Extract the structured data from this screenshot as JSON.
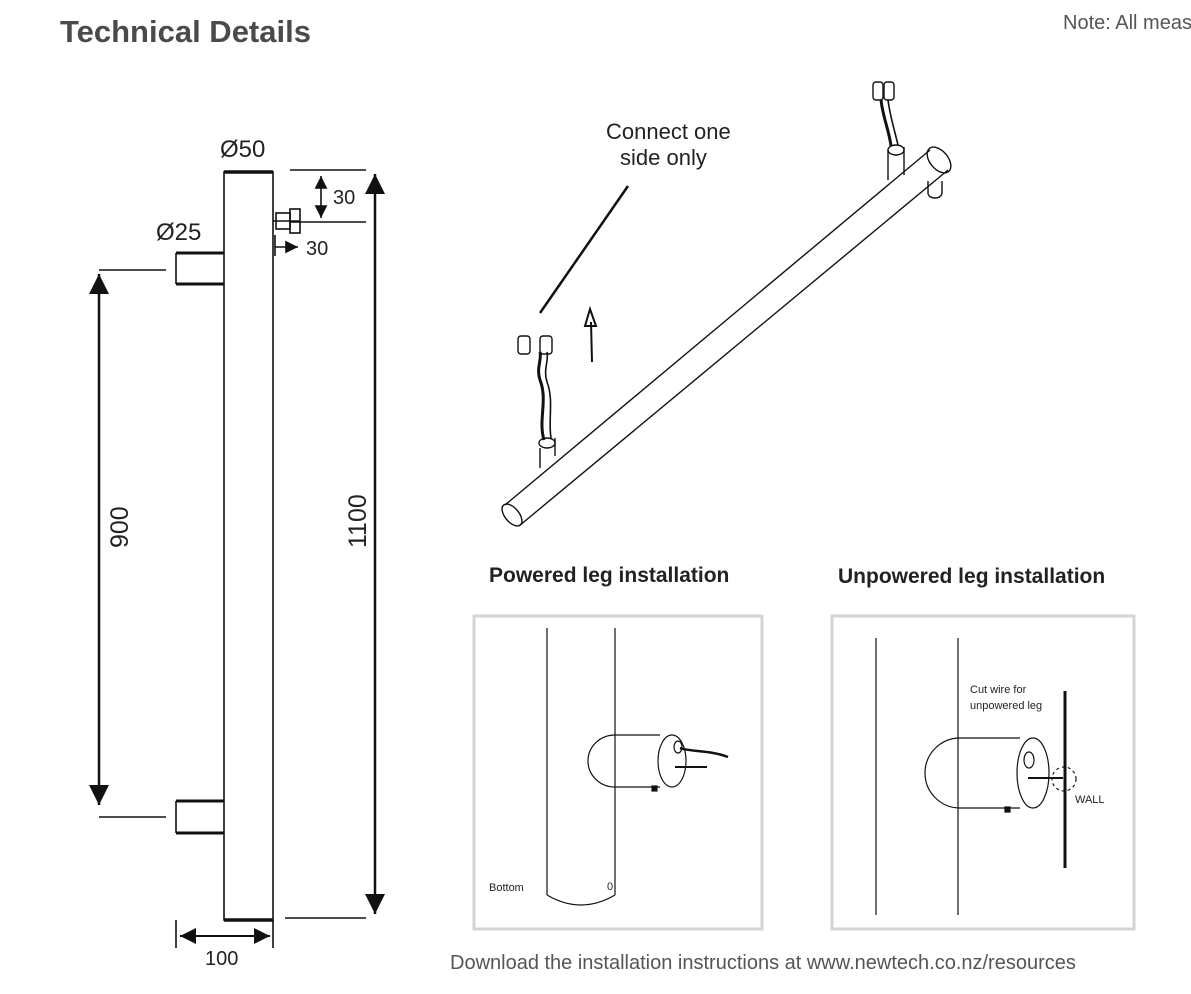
{
  "header": {
    "title": "Technical Details",
    "note": "Note: All meas"
  },
  "dimension_drawing": {
    "rail_diameter": "Ø50",
    "bracket_diameter": "Ø25",
    "wire_offset_vertical": "30",
    "wire_offset_horizontal": "30",
    "bracket_spacing": "900",
    "overall_height": "1100",
    "overall_depth": "100"
  },
  "perspective_view": {
    "callout_line1": "Connect one",
    "callout_line2": "side only"
  },
  "powered_leg": {
    "title": "Powered leg installation",
    "bottom_label": "Bottom"
  },
  "unpowered_leg": {
    "title": "Unpowered leg installation",
    "cut_wire_line1": "Cut wire for",
    "cut_wire_line2": "unpowered leg",
    "wall_label": "WALL"
  },
  "footer": {
    "download_text": "Download the installation instructions at www.newtech.co.nz/resources"
  }
}
